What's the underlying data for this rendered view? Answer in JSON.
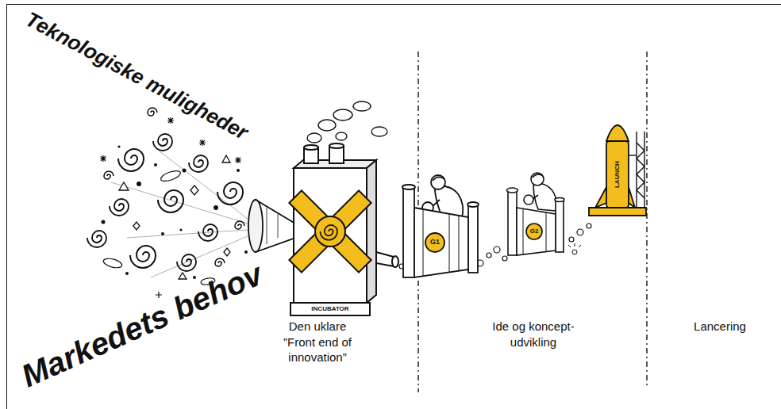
{
  "diagram": {
    "labels": [
      "Teknologiske muligheder",
      "Markedets behov",
      "INCUBATOR",
      "G1",
      "G2",
      "LAUNCH",
      "Den uklare ”Front end of innovation”",
      "Ide og koncept-udvikling",
      "Lancering"
    ]
  }
}
